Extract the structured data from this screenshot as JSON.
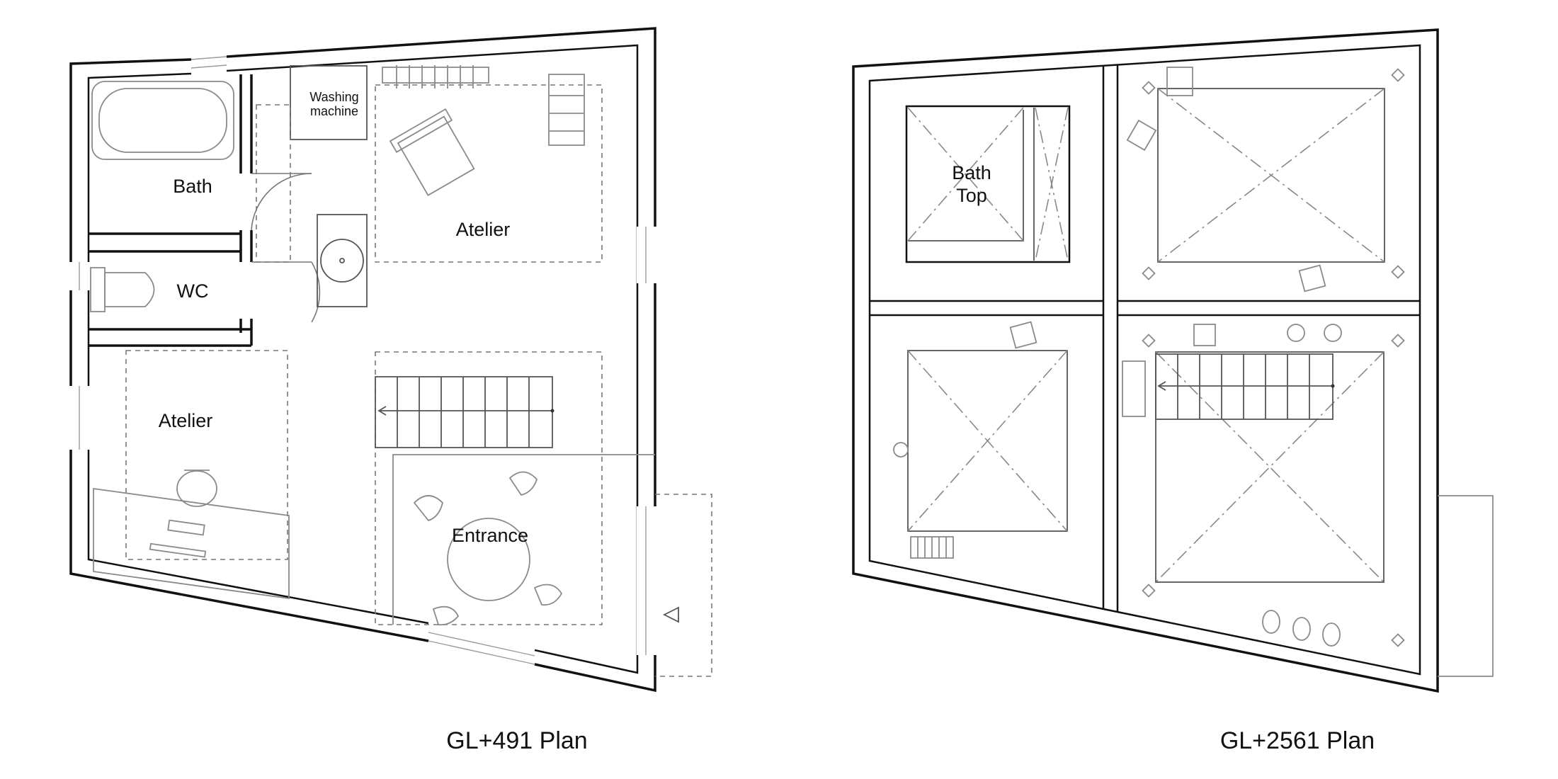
{
  "plans": [
    {
      "caption": "GL+491 Plan",
      "rooms": {
        "bath": "Bath",
        "wc": "WC",
        "washing_line1": "Washing",
        "washing_line2": "machine",
        "atelier_upper": "Atelier",
        "atelier_lower": "Atelier",
        "entrance": "Entrance"
      }
    },
    {
      "caption": "GL+2561 Plan",
      "rooms": {
        "bath_top_line1": "Bath",
        "bath_top_line2": "Top"
      }
    }
  ]
}
